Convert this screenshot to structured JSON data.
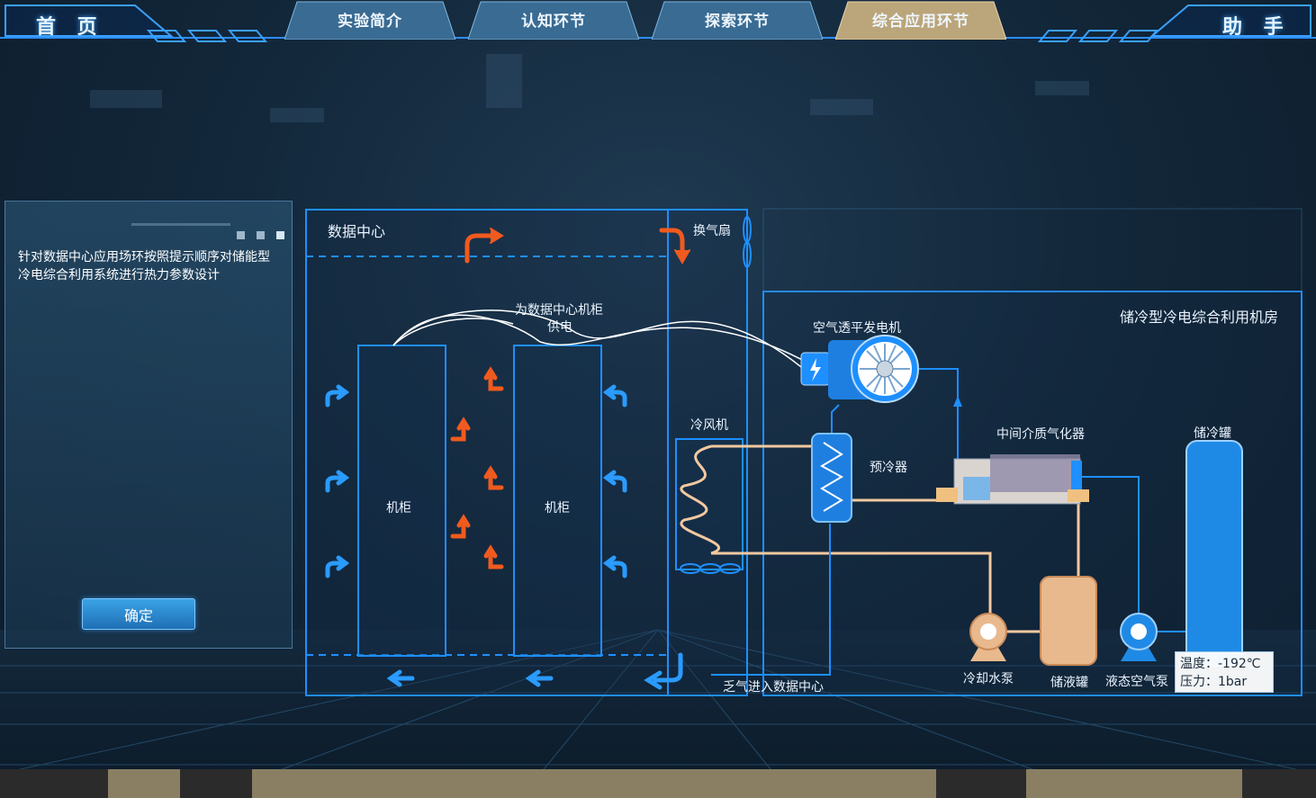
{
  "nav": {
    "home": "首 页",
    "help": "助 手",
    "tabs": [
      {
        "label": "实验简介"
      },
      {
        "label": "认知环节"
      },
      {
        "label": "探索环节"
      },
      {
        "label": "综合应用环节"
      }
    ],
    "active_tab_index": 3
  },
  "task_panel": {
    "instruction": "针对数据中心应用场环按照提示顺序对储能型冷电综合利用系统进行热力参数设计",
    "confirm_label": "确定"
  },
  "diagram": {
    "data_center_title": "数据中心",
    "exhaust_fan": "换气扇",
    "power_note_line1": "为数据中心机柜",
    "power_note_line2": "供电",
    "cabinet_1": "机柜",
    "cabinet_2": "机柜",
    "cooling_unit": "冷风机",
    "air_inlet_note": "乏气进入数据中心",
    "machine_room_title": "储冷型冷电综合利用机房",
    "turbo_generator": "空气透平发电机",
    "precooler": "预冷器",
    "vaporizer": "中间介质气化器",
    "cold_storage_tank": "储冷罐",
    "cooling_water_pump": "冷却水泵",
    "liquid_tank": "储液罐",
    "liquid_air_pump": "液态空气泵",
    "readout": {
      "temperature": "温度：-192℃",
      "pressure": "压力：1bar"
    }
  },
  "colors": {
    "line_blue": "#1e8fff",
    "hot_arrow": "#f05a1e",
    "cool_arrow": "#2a9bff",
    "pipe_tan": "#f2c9a0",
    "active_tab": "#c8b48a"
  }
}
